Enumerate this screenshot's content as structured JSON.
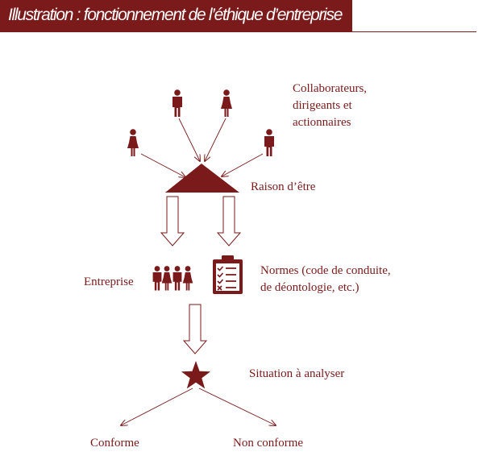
{
  "header": {
    "title": "Illustration : fonctionnement de l’éthique d’entreprise"
  },
  "colors": {
    "accent": "#7a1a1a",
    "header_bg": "#7a1a1a",
    "text_on_header": "#ffffff"
  },
  "labels": {
    "stakeholders": [
      "Collaborateurs,",
      "dirigeants et",
      "actionnaires"
    ],
    "purpose": "Raison d’être",
    "company": "Entreprise",
    "norms": [
      "Normes (code de conduite,",
      "de déontologie, etc.)"
    ],
    "situation": "Situation à analyser",
    "compliant": "Conforme",
    "non_compliant": "Non conforme"
  },
  "icons": {
    "stakeholders": [
      "man-icon",
      "woman-icon",
      "woman-icon",
      "man-icon"
    ],
    "purpose": "triangle-icon",
    "company": "group-of-people-icon",
    "norms": "clipboard-checklist-icon",
    "situation": "star-icon"
  }
}
